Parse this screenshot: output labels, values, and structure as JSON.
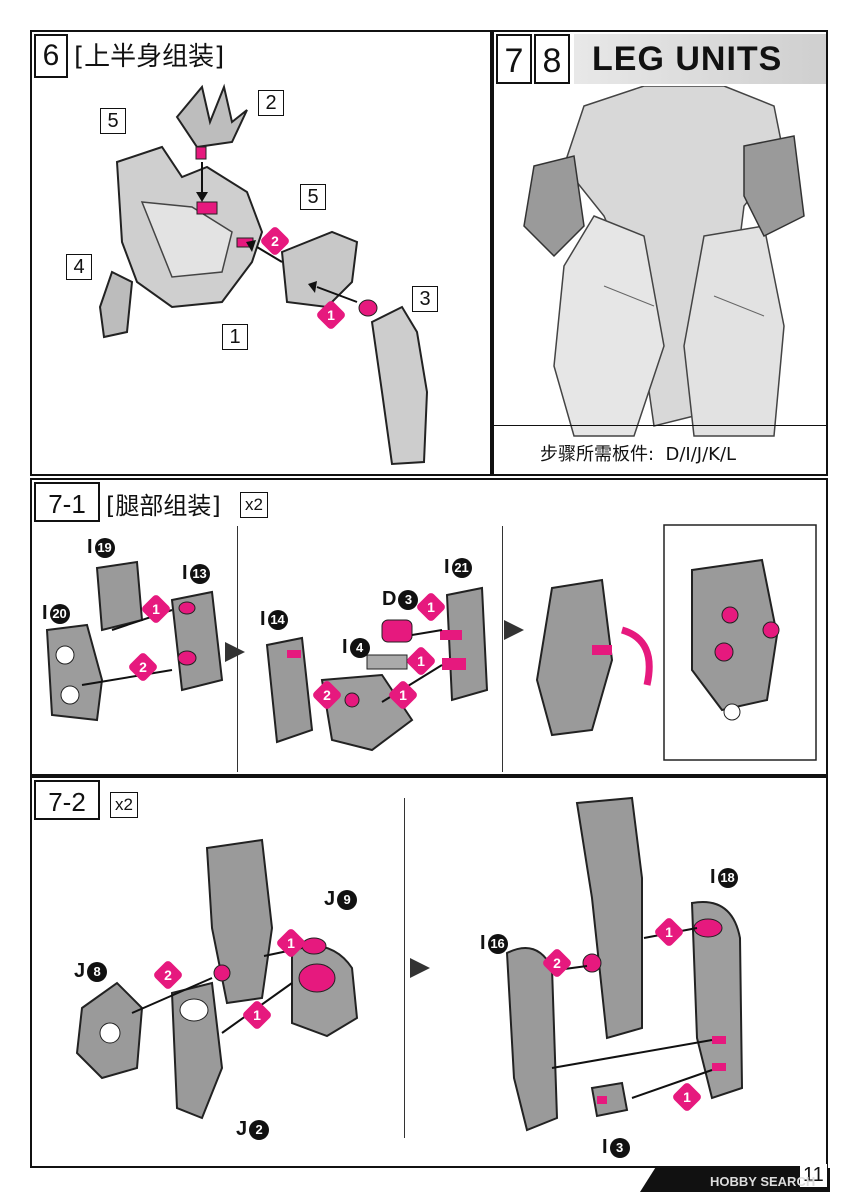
{
  "step6": {
    "num": "6",
    "title": "[上半身组装]",
    "callouts": [
      "2",
      "5",
      "5",
      "4",
      "3",
      "1"
    ],
    "dots": [
      "2",
      "1"
    ]
  },
  "step78": {
    "num_a": "7",
    "num_b": "8",
    "title": "LEG UNITS",
    "parts_needed": "步骤所需板件:  D/I/J/K/L"
  },
  "step71": {
    "num": "7-1",
    "title": "[腿部组装]",
    "x2": "x2",
    "parts": {
      "i19": {
        "letter": "I",
        "num": "19"
      },
      "i13": {
        "letter": "I",
        "num": "13"
      },
      "i20": {
        "letter": "I",
        "num": "20"
      },
      "i14": {
        "letter": "I",
        "num": "14"
      },
      "d3": {
        "letter": "D",
        "num": "3"
      },
      "i21": {
        "letter": "I",
        "num": "21"
      },
      "i4": {
        "letter": "I",
        "num": "4"
      }
    },
    "dots": [
      "1",
      "2",
      "1",
      "1",
      "2",
      "1"
    ]
  },
  "step72": {
    "num": "7-2",
    "x2": "x2",
    "parts": {
      "j9": {
        "letter": "J",
        "num": "9"
      },
      "j8": {
        "letter": "J",
        "num": "8"
      },
      "j2": {
        "letter": "J",
        "num": "2"
      },
      "i18": {
        "letter": "I",
        "num": "18"
      },
      "i16": {
        "letter": "I",
        "num": "16"
      },
      "i3": {
        "letter": "I",
        "num": "3"
      }
    },
    "dots": [
      "1",
      "2",
      "1",
      "1",
      "2",
      "1"
    ]
  },
  "footer": {
    "page": "11",
    "watermark": "HOBBY SEARCH"
  },
  "colors": {
    "accent": "#e6197e",
    "ink": "#111111",
    "part_gray": "#8a8a8a"
  }
}
